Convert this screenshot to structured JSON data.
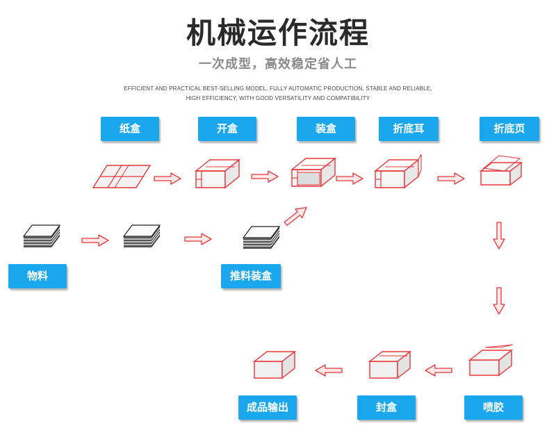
{
  "header": {
    "title": "机械运作流程",
    "subtitle": "一次成型，高效稳定省人工",
    "desc_line1": "EFFICIENT AND PRACTICAL BEST-SELLING MODEL, FULLY AUTOMATIC PRODUCTION, STABLE AND RELIABLE,",
    "desc_line2": "HIGH EFFICIENCY, WITH GOOD VERSATILITY AND COMPATIBILITY"
  },
  "steps": {
    "paper_box": "纸盒",
    "open_box": "开盒",
    "load_box": "装盒",
    "fold_ear": "折底耳",
    "fold_page": "折底页",
    "material": "物料",
    "push_load": "推料装盒",
    "glue": "喷胶",
    "seal": "封盒",
    "output": "成品输出"
  },
  "colors": {
    "label_bg": "#1aa7ee",
    "label_text": "#ffffff",
    "line_art": "#e8353a",
    "stack_dark": "#333333"
  }
}
